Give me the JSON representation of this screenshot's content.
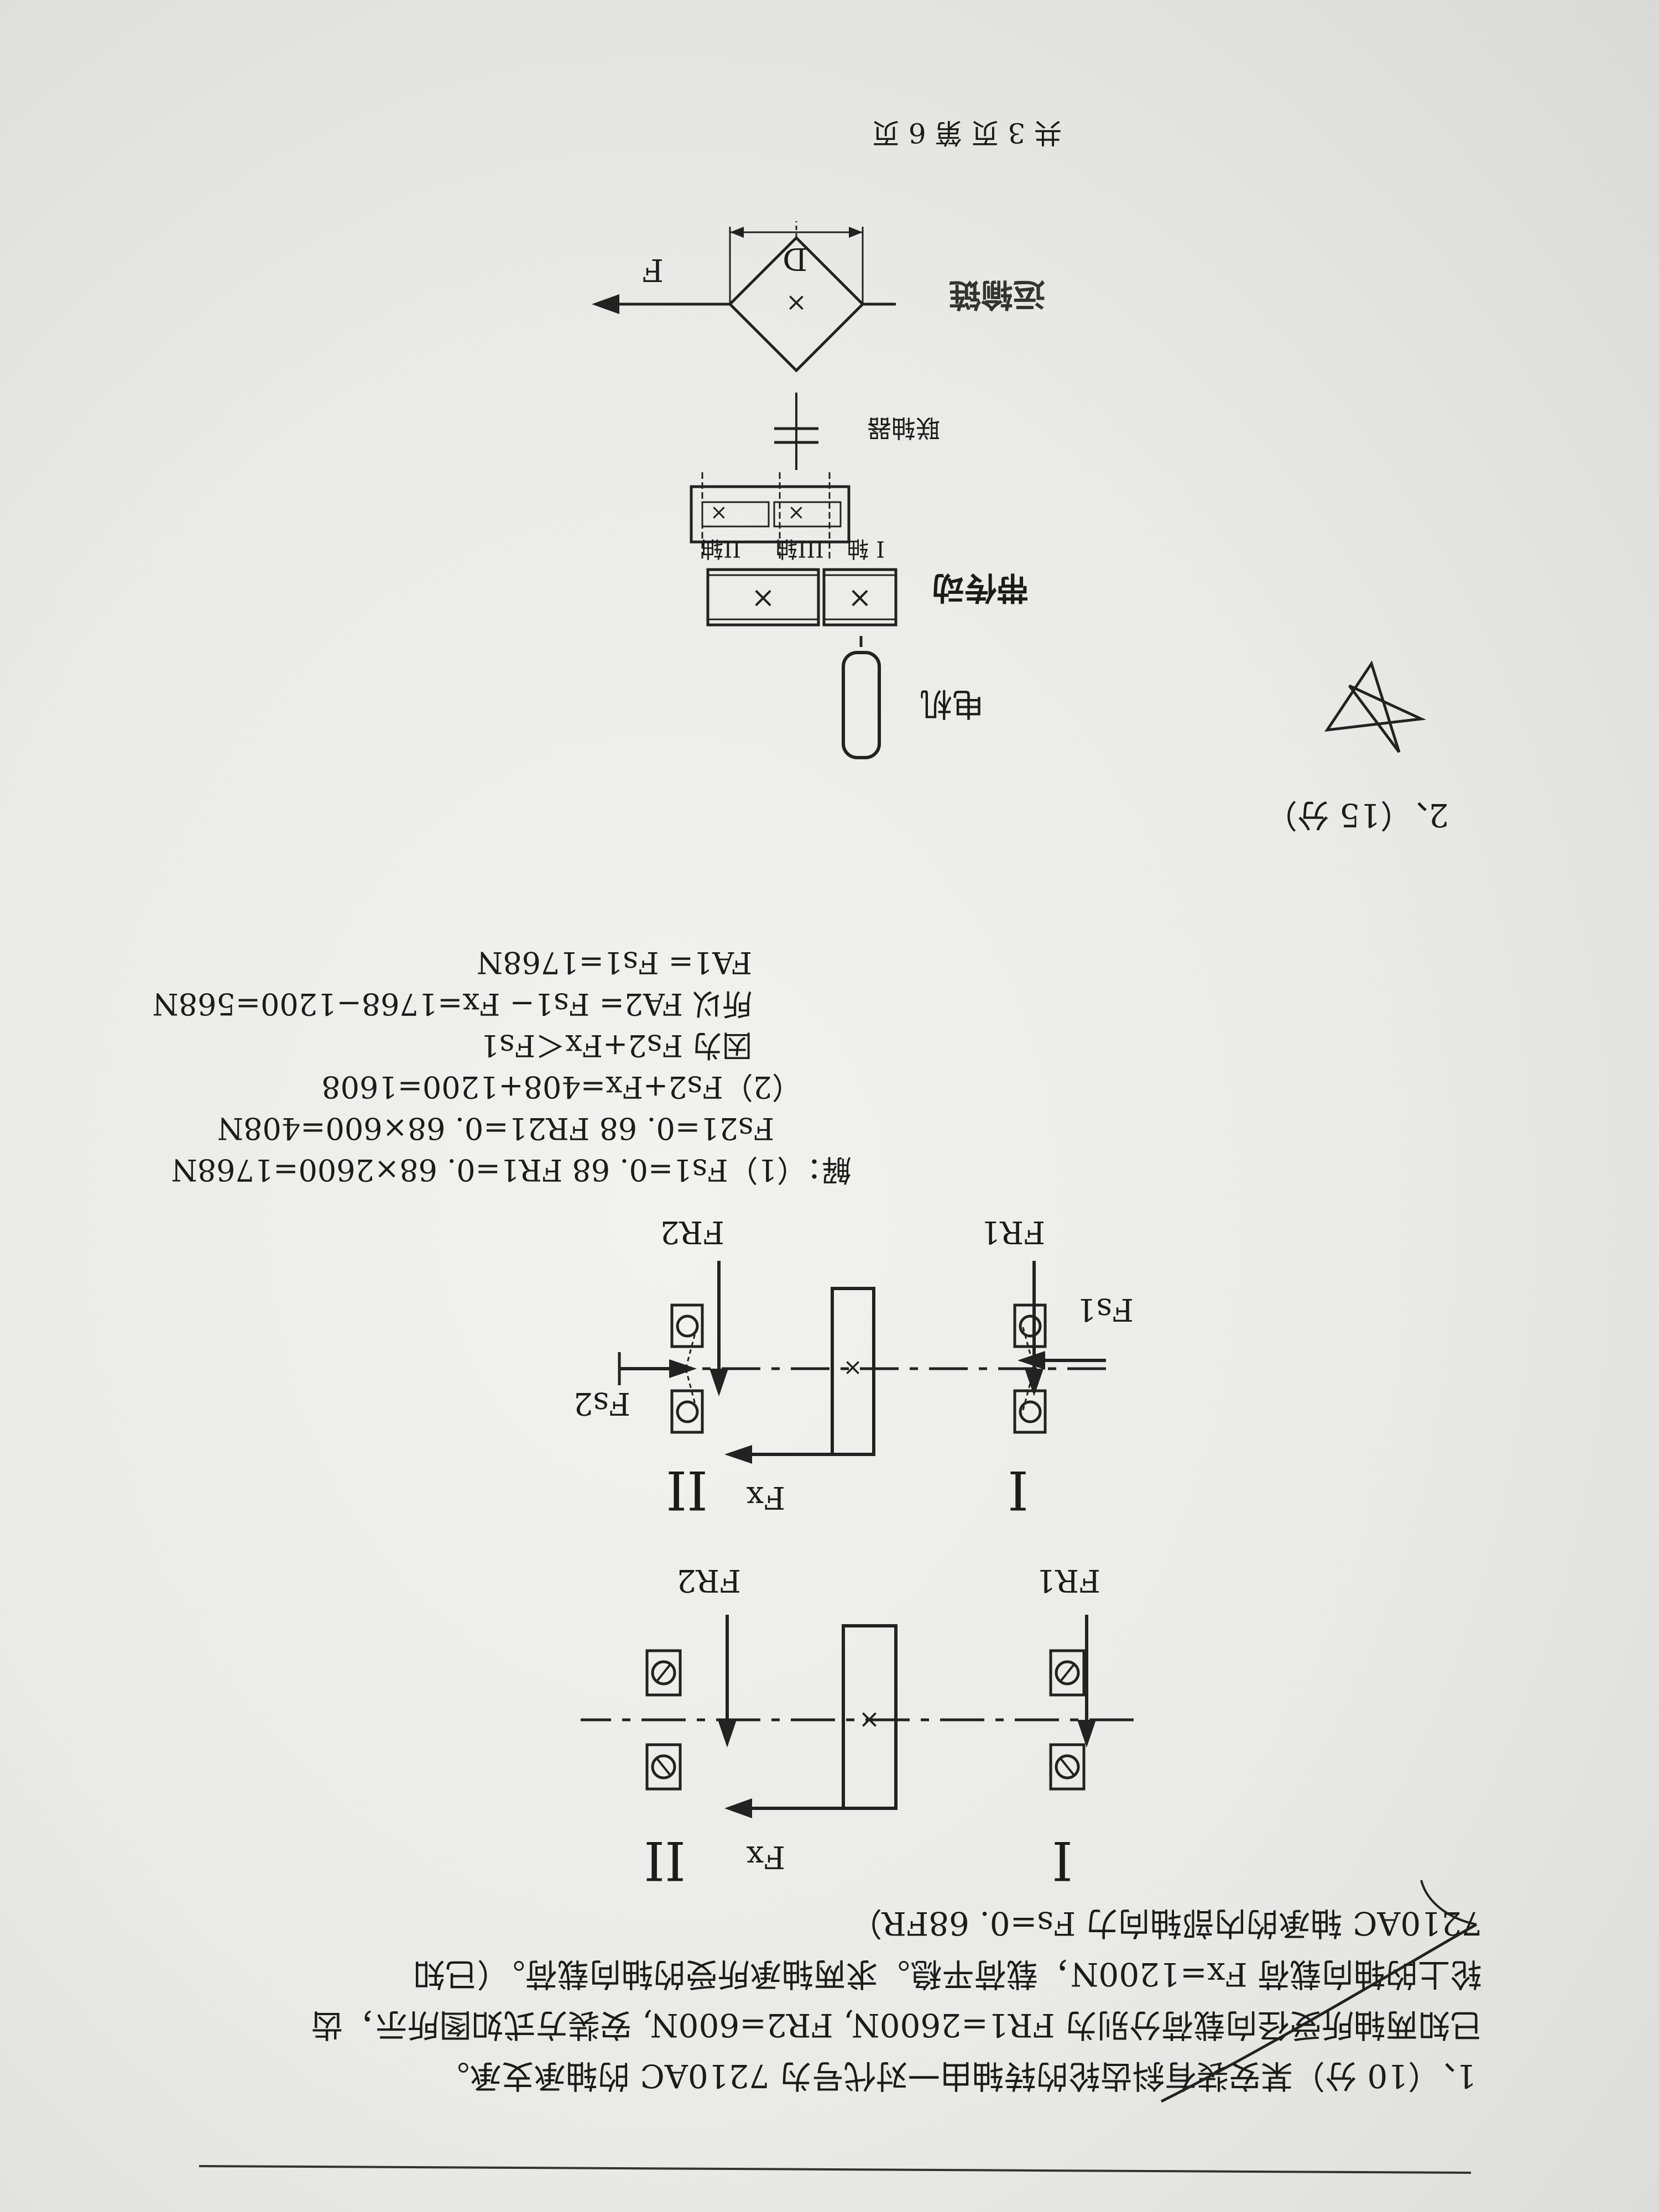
{
  "problem1": {
    "lines": [
      "1、（10 分）某安装有斜齿轮的转轴由一对代号为 7210AC 的轴承支承。",
      "已知两轴所受径向载荷分别为 FR1=2600N, FR2=600N, 安装方式如图所示，齿",
      "轮上的轴向载荷 Fx=1200N，载荷平稳。求两轴承所受的轴向载荷。（已知",
      "7210AC 轴承的内部轴向力 Fs=0. 68FR）"
    ],
    "diagram1": {
      "labels": {
        "fx": "Fx",
        "fr1": "FR1",
        "fr2": "FR2",
        "bearing1": "I",
        "bearing2": "II"
      }
    },
    "diagram2": {
      "labels": {
        "fx": "Fx",
        "fr1": "FR1",
        "fr2": "FR2",
        "fs1": "Fs1",
        "fs2": "Fs2",
        "bearing1": "I",
        "bearing2": "II"
      }
    },
    "solution": [
      "解：（1）Fs1=0. 68  FR1=0. 68×2600=1768N",
      "Fs21=0. 68  FR21=0. 68×600=408N",
      "（2）Fs2+Fx=408+1200=1608",
      "因为 Fs2+Fx＜Fs1",
      "所以 FA2= Fs1− Fx=1768−1200=568N",
      "FA1= Fs1=1768N"
    ]
  },
  "problem2": {
    "header": "2、（15 分）",
    "labels": {
      "motor": "电机",
      "belt": "带传动",
      "shaft1": "I 轴",
      "shaft2": "II轴",
      "shaft3": "III轴",
      "coupling": "联轴器",
      "conveyor": "运输链",
      "force": "F",
      "diameter": "D"
    }
  },
  "footer": {
    "page_info": "共 3 页  第 6 页"
  },
  "colors": {
    "ink": "#1b1b1b",
    "paper": "#ececea"
  }
}
